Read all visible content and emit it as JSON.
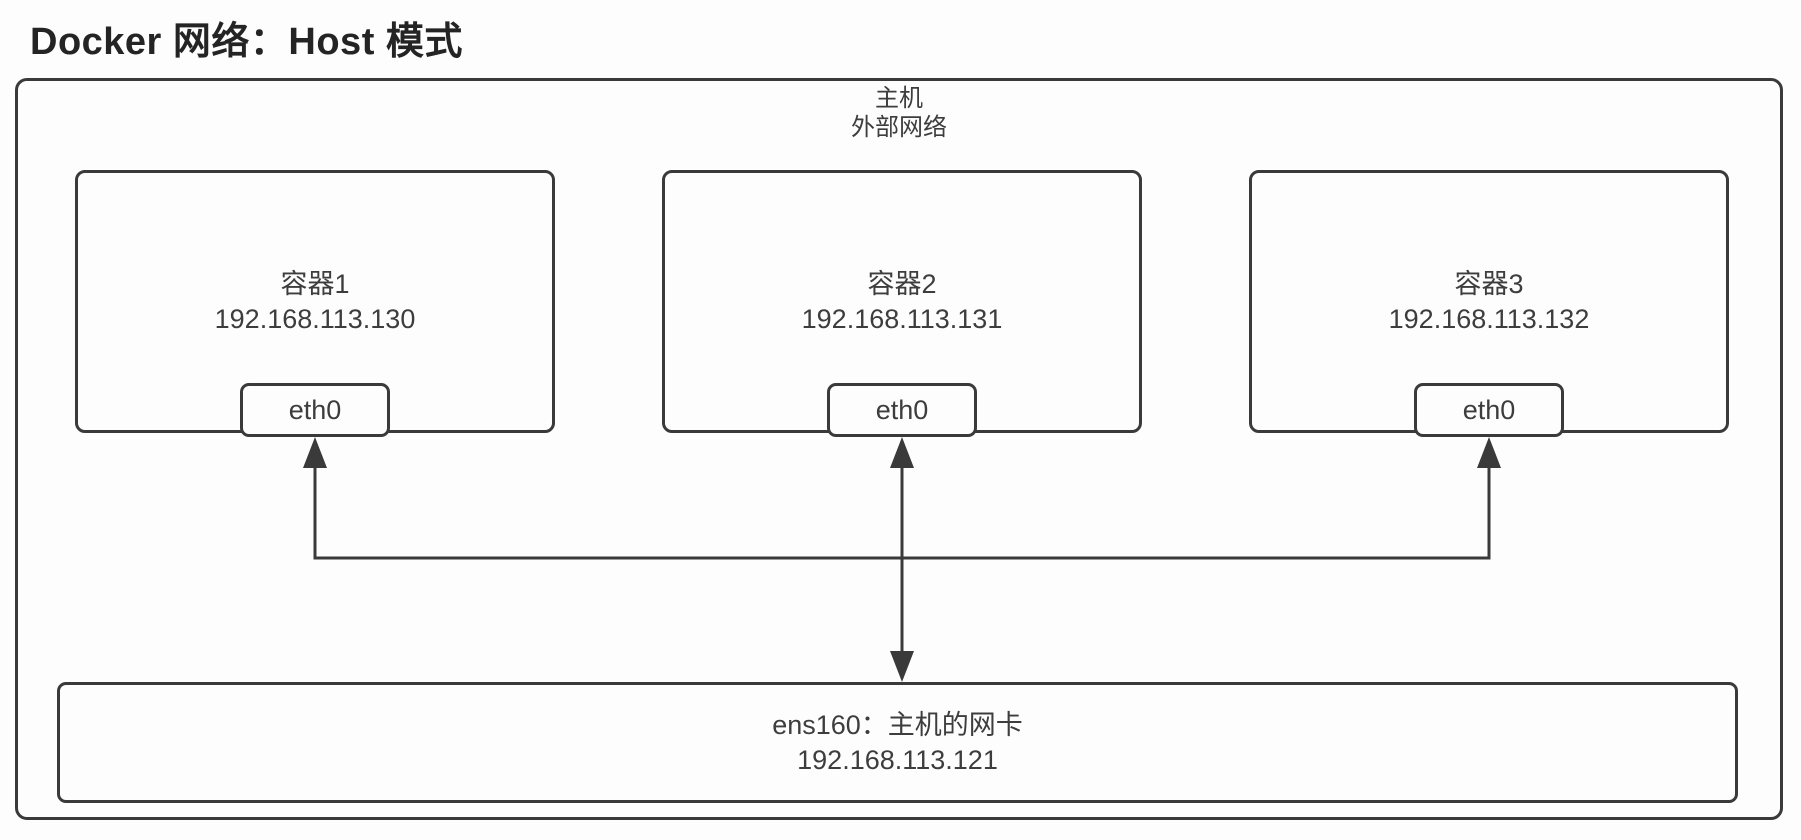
{
  "title": "Docker 网络：Host 模式",
  "host_box": {
    "line1": "主机",
    "line2": "外部网络"
  },
  "containers": [
    {
      "name": "容器1",
      "ip": "192.168.113.130",
      "nic": "eth0"
    },
    {
      "name": "容器2",
      "ip": "192.168.113.131",
      "nic": "eth0"
    },
    {
      "name": "容器3",
      "ip": "192.168.113.132",
      "nic": "eth0"
    }
  ],
  "host_nic": {
    "line1": "ens160：主机的网卡",
    "line2": "192.168.113.121"
  },
  "colors": {
    "line": "#3a3a3a",
    "text": "#3d3d3d",
    "title": "#242424",
    "background": "#fdfdfd"
  }
}
